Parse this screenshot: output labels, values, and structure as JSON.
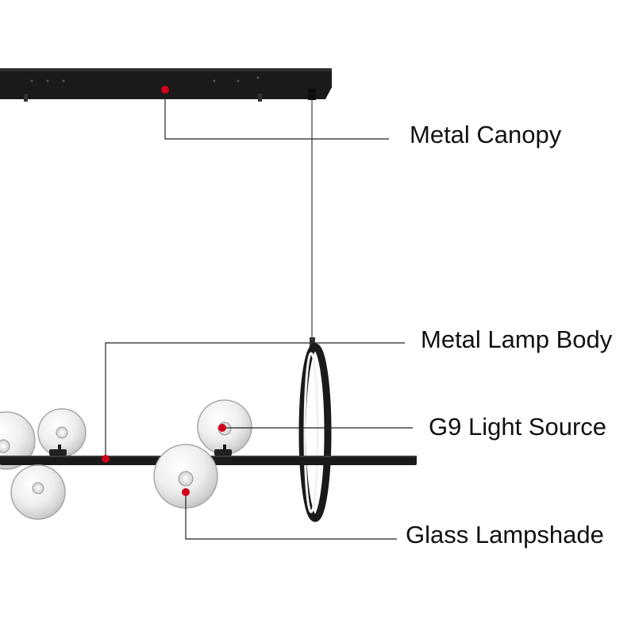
{
  "labels": {
    "metal_canopy": "Metal Canopy",
    "metal_lamp_body": "Metal Lamp Body",
    "g9_light_source": "G9 Light Source",
    "glass_lampshade": "Glass Lampshade"
  },
  "colors": {
    "background": "#ffffff",
    "metal": "#1a1a1a",
    "marker": "#d0021b",
    "leader_line": "#222222",
    "cable": "#8a8a8a",
    "glass": "#e6e6e6"
  }
}
